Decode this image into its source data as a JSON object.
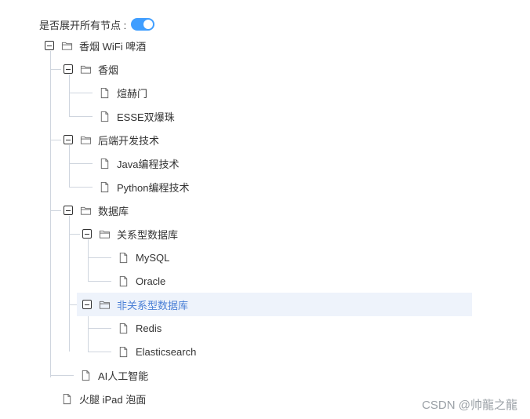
{
  "header": {
    "switch_label": "是否展开所有节点 :",
    "switch_on": true
  },
  "tree": {
    "root1": "香烟 WiFi 啤酒",
    "cigarettes": "香烟",
    "brand1": "煊赫门",
    "brand2": "ESSE双爆珠",
    "backend": "后端开发技术",
    "java": "Java编程技术",
    "python": "Python编程技术",
    "database": "数据库",
    "relational": "关系型数据库",
    "mysql": "MySQL",
    "oracle": "Oracle",
    "nosql": "非关系型数据库",
    "redis": "Redis",
    "es": "Elasticsearch",
    "ai": "AI人工智能",
    "root2": "火腿 iPad 泡面"
  },
  "colors": {
    "switch": "#409eff",
    "selected_bg": "#eef3fb",
    "selected_text": "#4a7fd6"
  },
  "watermark": "CSDN @帅龍之龍"
}
